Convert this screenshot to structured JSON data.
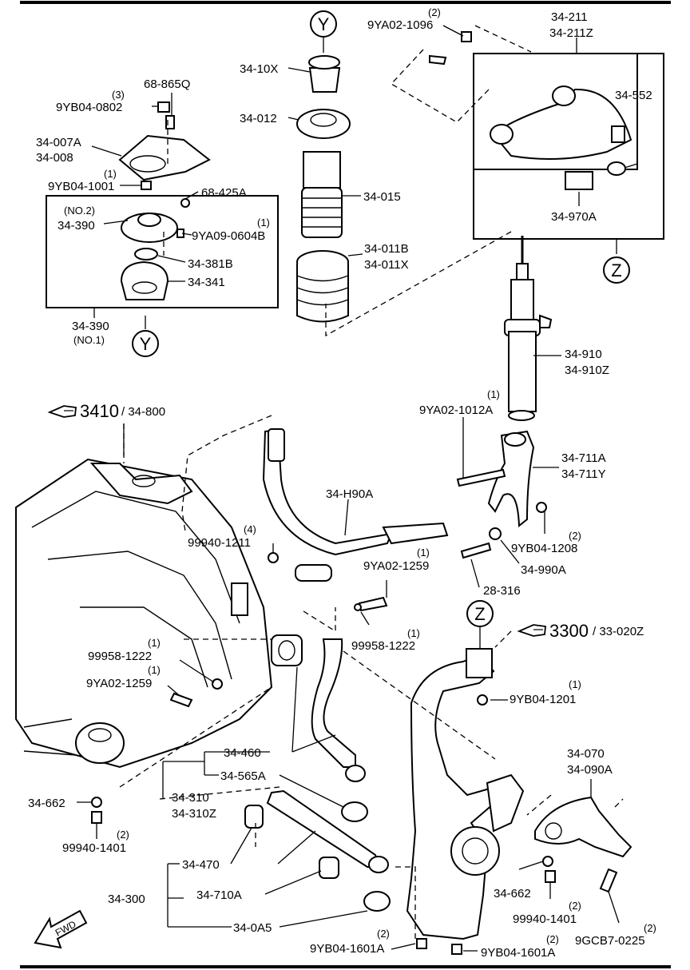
{
  "labels": {
    "p_34_10x": "34-10X",
    "p_34_012": "34-012",
    "p_34_015": "34-015",
    "p_34_011b": "34-011B",
    "p_34_011x": "34-011X",
    "p_68_865q": "68-865Q",
    "p_9yb04_0802": "9YB04-0802",
    "q_9yb04_0802": "(3)",
    "p_34_007a": "34-007A",
    "p_34_008": "34-008",
    "p_9yb04_1001": "9YB04-1001",
    "q_9yb04_1001": "(1)",
    "p_68_425a": "68-425A",
    "no2": "(NO.2)",
    "p_34_390_top": "34-390",
    "q_9ya09": "(1)",
    "p_9ya09_0604b": "9YA09-0604B",
    "p_34_381b": "34-381B",
    "p_34_341": "34-341",
    "p_34_390_bot": "34-390",
    "no1": "(NO.1)",
    "q_9ya02_1096": "(2)",
    "p_9ya02_1096": "9YA02-1096",
    "p_34_211": "34-211",
    "p_34_211z": "34-211Z",
    "p_34_552": "34-552",
    "p_34_970a": "34-970A",
    "p_34_910": "34-910",
    "p_34_910z": "34-910Z",
    "q_9ya02_1012a": "(1)",
    "p_9ya02_1012a": "9YA02-1012A",
    "p_34_711a": "34-711A",
    "p_34_711y": "34-711Y",
    "q_9yb04_1208": "(2)",
    "p_9yb04_1208": "9YB04-1208",
    "p_34_990a": "34-990A",
    "p_28_316": "28-316",
    "ref_3410": "3410",
    "ref_3410_sub": "/ 34-800",
    "p_34_h90a": "34-H90A",
    "q_99940_1211": "(4)",
    "p_99940_1211": "99940-1211",
    "q_9ya02_1259_top": "(1)",
    "p_9ya02_1259_top": "9YA02-1259",
    "q_99958_1222_right": "(1)",
    "p_99958_1222_right": "99958-1222",
    "ref_3300": "3300",
    "ref_3300_sub": "/ 33-020Z",
    "q_99958_1222_left": "(1)",
    "p_99958_1222_left": "99958-1222",
    "q_9ya02_1259_left": "(1)",
    "p_9ya02_1259_left": "9YA02-1259",
    "q_9yb04_1201": "(1)",
    "p_9yb04_1201": "9YB04-1201",
    "p_34_460": "34-460",
    "p_34_565a": "34-565A",
    "p_34_310": "34-310",
    "p_34_310z": "34-310Z",
    "p_34_662_left": "34-662",
    "q_99940_1401_left": "(2)",
    "p_99940_1401_left": "99940-1401",
    "p_34_070": "34-070",
    "p_34_090a": "34-090A",
    "p_34_470": "34-470",
    "p_34_300": "34-300",
    "p_34_710a": "34-710A",
    "p_34_0a5": "34-0A5",
    "p_34_662_right": "34-662",
    "q_99940_1401_right": "(2)",
    "p_99940_1401_right": "99940-1401",
    "q_9gcb7": "(2)",
    "p_9gcb7_0225": "9GCB7-0225",
    "q_9yb04_1601a_left": "(2)",
    "p_9yb04_1601a_left": "9YB04-1601A",
    "q_9yb04_1601a_right": "(2)",
    "p_9yb04_1601a_right": "9YB04-1601A",
    "fwd": "FWD"
  },
  "callouts": {
    "y_top": "Y",
    "y_bottom": "Y",
    "z_top": "Z",
    "z_bottom": "Z"
  },
  "icons": {
    "hand_pointer_3410": "pointing-hand-icon",
    "hand_pointer_3300": "pointing-hand-icon",
    "fwd_arrow": "forward-arrow-icon"
  }
}
